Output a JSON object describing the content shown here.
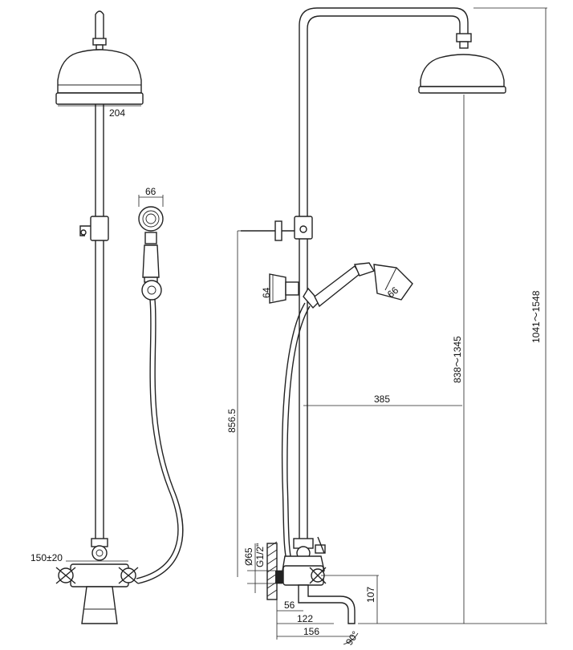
{
  "dimensions": {
    "head_diameter": "204",
    "hand_head_width_front": "66",
    "hand_head_width_side": "66",
    "bracket_height": "64",
    "height_range_total": "1041～1548",
    "height_range_head": "838～1345",
    "rail_height": "856.5",
    "arm_projection": "385",
    "centers": "150±20",
    "inlet_diameter": "Ø65",
    "inlet_thread": "G1/2\"",
    "spout_height": "107",
    "dim_56": "56",
    "dim_122": "122",
    "dim_156": "156",
    "spout_angle": "90°"
  },
  "colors": {
    "line": "#222222",
    "background": "#ffffff"
  }
}
